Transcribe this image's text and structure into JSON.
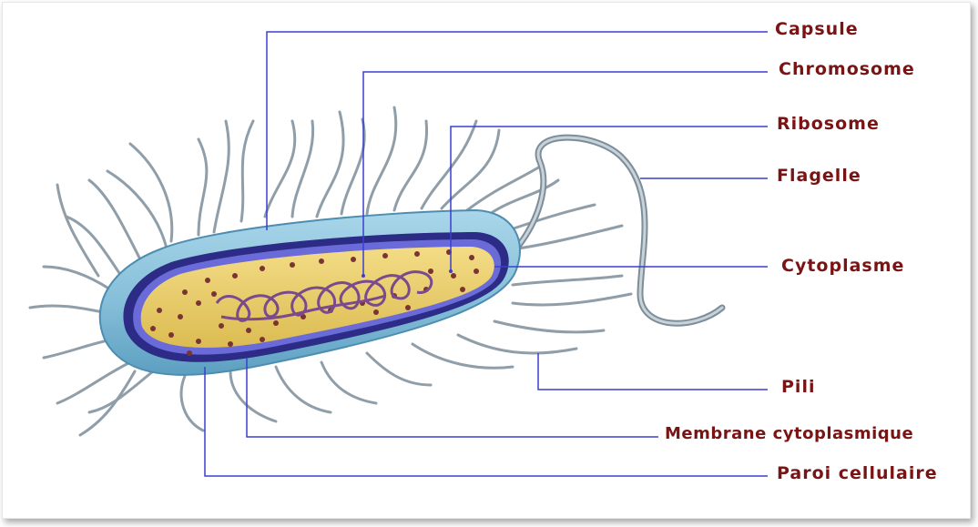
{
  "colors": {
    "label_text": "#7a1414",
    "leader_line": "#3a3fd0",
    "capsule": "#8cc4dc",
    "capsule_dark": "#5a9ec0",
    "membrane": "#2b2a86",
    "cytoplasm": "#e8cc66",
    "ribosome": "#7a3030",
    "chromosome": "#7a4a8c",
    "pili": "#8c9ca8",
    "flagellum": "#9aa8b2"
  },
  "labels": {
    "capsule": "Capsule",
    "chromosome": "Chromosome",
    "ribosome": "Ribosome",
    "flagellum": "Flagelle",
    "cytoplasm": "Cytoplasme",
    "pili": "Pili",
    "membrane": "Membrane cytoplasmique",
    "cell_wall": "Paroi cellulaire"
  }
}
